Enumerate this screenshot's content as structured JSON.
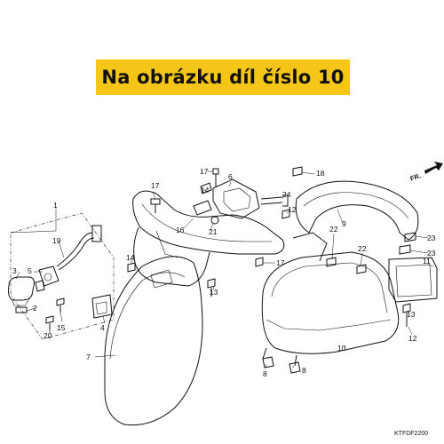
{
  "banner": {
    "text": "Na obrázku díl číslo 10"
  },
  "direction": {
    "label": "FR."
  },
  "callouts": {
    "c1": "1",
    "c2": "2",
    "c3": "3",
    "c4": "4",
    "c5": "5",
    "c6": "6",
    "c7": "7",
    "c8a": "8",
    "c8b": "8",
    "c9": "9",
    "c10": "10",
    "c11": "11",
    "c12a": "12",
    "c12b": "12",
    "c13a": "13",
    "c13b": "13",
    "c14a": "14",
    "c14b": "14",
    "c15": "15",
    "c16": "16",
    "c17a": "17",
    "c17b": "17",
    "c17c": "17",
    "c18": "18",
    "c19": "19",
    "c20": "20",
    "c21": "21",
    "c22a": "22",
    "c22b": "22",
    "c23a": "23",
    "c23b": "23",
    "c24": "24"
  },
  "diagram_code": "KTFDF2200"
}
